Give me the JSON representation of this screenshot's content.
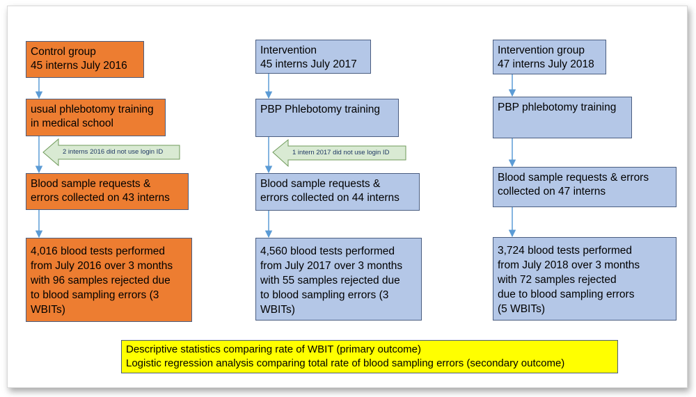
{
  "columns": [
    {
      "group": "Control group\n45 interns July 2016",
      "training": "usual phlebotomy training\nin medical school",
      "exclusion_note": "2 interns 2016 did not use login ID",
      "collected": "Blood sample requests &\n errors collected on 43 interns",
      "result": "4,016 blood tests performed\nfrom July 2016 over 3 months\nwith 96 samples rejected due\nto blood sampling errors (3\nWBITs)"
    },
    {
      "group": "Intervention\n45 interns July 2017",
      "training": "PBP Phlebotomy training",
      "exclusion_note": "1 intern 2017 did not use login ID",
      "collected": "Blood sample requests &\nerrors collected on 44 interns",
      "result": "4,560 blood tests performed\nfrom July 2017 over 3 months\nwith 55 samples rejected due\nto blood sampling errors (3\nWBITs)"
    },
    {
      "group": "Intervention group\n47 interns July 2018",
      "training": "PBP phlebotomy training",
      "collected": "Blood sample requests & errors\ncollected on 47 interns",
      "result": "3,724 blood tests performed\n from July 2018 over 3 months\nwith 72 samples rejected\n due to blood sampling errors\n (5 WBITs)"
    }
  ],
  "summary": "Descriptive statistics comparing rate of WBIT (primary outcome)\nLogistic regression analysis comparing total rate of blood sampling errors (secondary outcome)",
  "colors": {
    "control": "#ed7d31",
    "intervention": "#b4c7e7",
    "summary": "#ffff00",
    "note_arrow": "#d9ead3",
    "connector": "#5b9bd5"
  }
}
